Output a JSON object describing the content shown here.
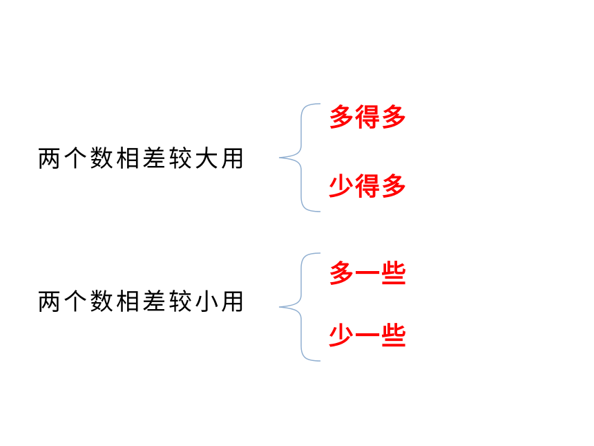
{
  "colors": {
    "text": "#000000",
    "accent": "#ff0000",
    "brace": "#8faed0"
  },
  "groups": [
    {
      "label": "两个数相差较大用",
      "options": [
        "多得多",
        "少得多"
      ]
    },
    {
      "label": "两个数相差较小用",
      "options": [
        "多一些",
        "少一些"
      ]
    }
  ]
}
